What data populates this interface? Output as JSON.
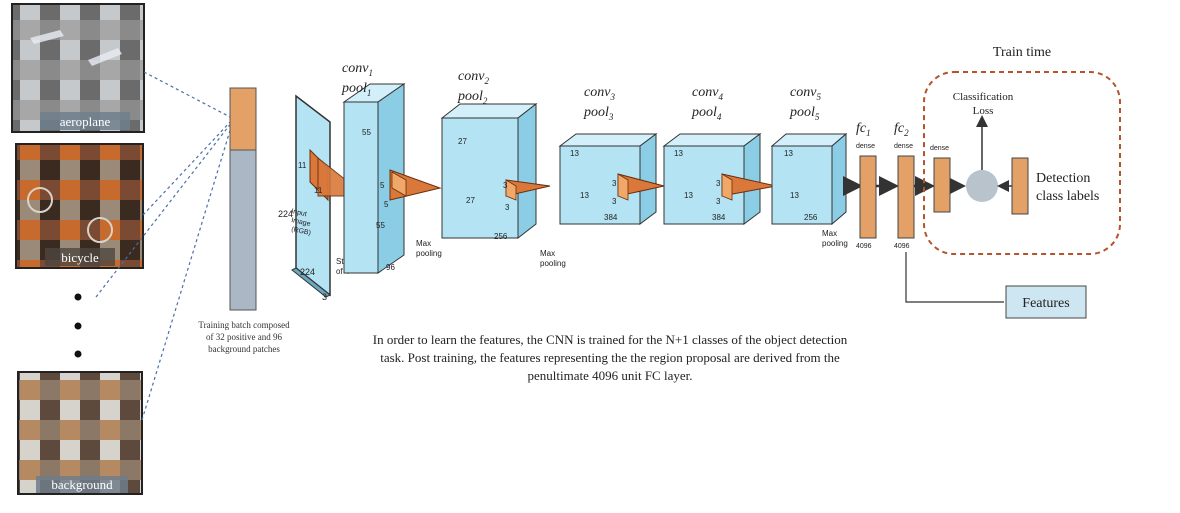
{
  "diagram": {
    "image_groups": [
      {
        "label": "aeroplane"
      },
      {
        "label": "bicycle"
      },
      {
        "label": "background"
      }
    ],
    "batch_caption": [
      "Training batch composed",
      "of 32 positive and 96",
      "background patches"
    ],
    "input": {
      "l1": "Input",
      "l2": "Image",
      "l3": "(RGB)",
      "dim_h": "224",
      "dim_w": "224",
      "dim_d": "3",
      "k_a": "11",
      "k_b": "11",
      "stride_1": "Stride",
      "stride_2": "of 4"
    },
    "layers": [
      {
        "name": "conv",
        "sub": "1",
        "pool": "pool",
        "pool_sub": "1",
        "dim_top": "55",
        "dim_side": "55",
        "depth": "96",
        "k_a": "5",
        "k_b": "5",
        "pool_text_1": "Max",
        "pool_text_2": "pooling"
      },
      {
        "name": "conv",
        "sub": "2",
        "pool": "pool",
        "pool_sub": "2",
        "dim_top": "27",
        "dim_side": "27",
        "depth": "256",
        "k_a": "3",
        "k_b": "3",
        "pool_text_1": "Max",
        "pool_text_2": "pooling"
      },
      {
        "name": "conv",
        "sub": "3",
        "pool": "pool",
        "pool_sub": "3",
        "dim_top": "13",
        "dim_side": "13",
        "depth": "384",
        "k_a": "3",
        "k_b": "3"
      },
      {
        "name": "conv",
        "sub": "4",
        "pool": "pool",
        "pool_sub": "4",
        "dim_top": "13",
        "dim_side": "13",
        "depth": "384",
        "k_a": "3",
        "k_b": "3"
      },
      {
        "name": "conv",
        "sub": "5",
        "pool": "pool",
        "pool_sub": "5",
        "dim_top": "13",
        "dim_side": "13",
        "depth": "256",
        "pool_text_1": "Max",
        "pool_text_2": "pooling"
      }
    ],
    "fc": [
      {
        "name": "fc",
        "sub": "1",
        "type": "dense",
        "units": "4096"
      },
      {
        "name": "fc",
        "sub": "2",
        "type": "dense",
        "units": "4096"
      }
    ],
    "train_box": {
      "title": "Train time",
      "dense": "dense",
      "loss_1": "Classification",
      "loss_2": "Loss",
      "labels_1": "Detection",
      "labels_2": "class labels"
    },
    "features_label": "Features",
    "description": [
      "In order to learn the features, the CNN is trained for the N+1 classes of the object detection",
      "task. Post training, the features representing the the region proposal are derived from the",
      "penultimate 4096 unit FC layer."
    ],
    "colors": {
      "block_fill": "#b4e4f4",
      "block_side": "#8ccde6",
      "kernel": "#d9783a",
      "orange_bar": "#e3a067",
      "batch_blue": "#a9b8c4",
      "train_border": "#b5532c",
      "features_fill": "#cde6f2",
      "loss_circle": "#b9c3cc"
    }
  }
}
